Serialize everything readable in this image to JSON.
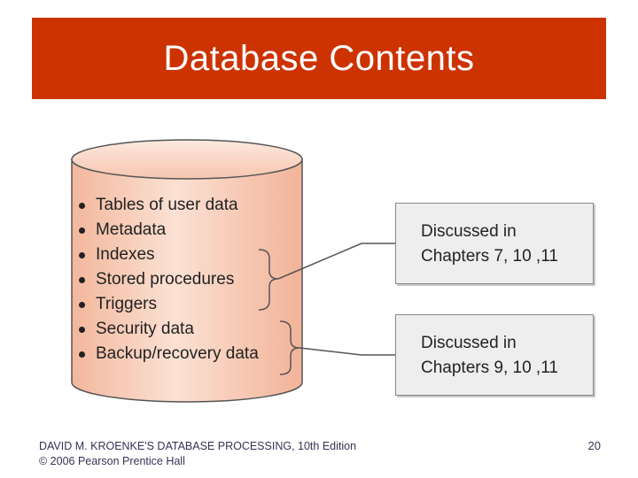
{
  "title": "Database Contents",
  "database_items": [
    "Tables of user data",
    "Metadata",
    "Indexes",
    "Stored procedures",
    "Triggers",
    "Security data",
    "Backup/recovery data"
  ],
  "callouts": [
    {
      "line1": "Discussed in",
      "line2": "Chapters 7, 10 ,11"
    },
    {
      "line1": "Discussed in",
      "line2": "Chapters 9, 10 ,11"
    }
  ],
  "footer": {
    "line1": "DAVID M. KROENKE'S DATABASE PROCESSING, 10th Edition",
    "line2": "© 2006 Pearson Prentice Hall"
  },
  "page_number": "20",
  "colors": {
    "title_bar": "#cc3300",
    "cylinder_fill": "#f7c9b3",
    "cylinder_outline": "#555555",
    "callout_fill": "#eeeeee"
  }
}
